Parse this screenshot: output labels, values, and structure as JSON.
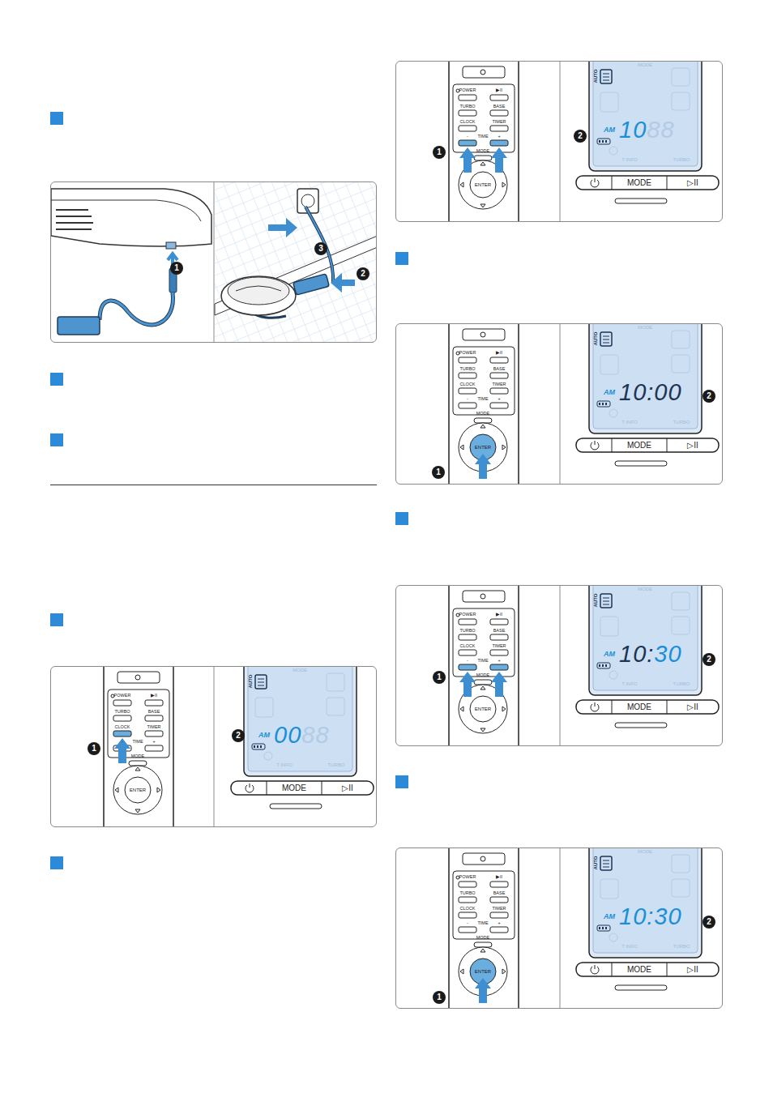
{
  "diagram": {
    "labels": [
      "1",
      "2",
      "3",
      "POWER",
      "▶II",
      "TURBO",
      "BASE",
      "CLOCK",
      "TIMER",
      "-",
      "TIME",
      "+",
      "MODE",
      "ENTER",
      "MODE",
      "AUTO",
      "AM",
      "00",
      "88",
      "T INFO",
      "TURBO",
      "MODE",
      "▷II",
      "1",
      "2",
      "POWER",
      "▶II",
      "TURBO",
      "BASE",
      "CLOCK",
      "TIMER",
      "-",
      "TIME",
      "+",
      "MODE",
      "ENTER",
      "MODE",
      "AUTO",
      "AM",
      "10",
      "88",
      "T INFO",
      "TURBO",
      "MODE",
      "▷II",
      "1",
      "2",
      "POWER",
      "▶II",
      "TURBO",
      "BASE",
      "CLOCK",
      "TIMER",
      "-",
      "TIME",
      "+",
      "MODE",
      "ENTER",
      "MODE",
      "AUTO",
      "AM",
      "10:00",
      "T INFO",
      "TURBO",
      "MODE",
      "▷II",
      "1",
      "2",
      "POWER",
      "▶II",
      "TURBO",
      "BASE",
      "CLOCK",
      "TIMER",
      "-",
      "TIME",
      "+",
      "MODE",
      "ENTER",
      "MODE",
      "AUTO",
      "AM",
      "10:",
      "30",
      "T INFO",
      "TURBO",
      "MODE",
      "▷II",
      "1",
      "2",
      "POWER",
      "▶II",
      "TURBO",
      "BASE",
      "CLOCK",
      "TIMER",
      "-",
      "TIME",
      "+",
      "MODE",
      "ENTER",
      "MODE",
      "AUTO",
      "AM",
      "10:30",
      "T INFO",
      "TURBO",
      "MODE",
      "▷II",
      "1",
      "2"
    ]
  }
}
